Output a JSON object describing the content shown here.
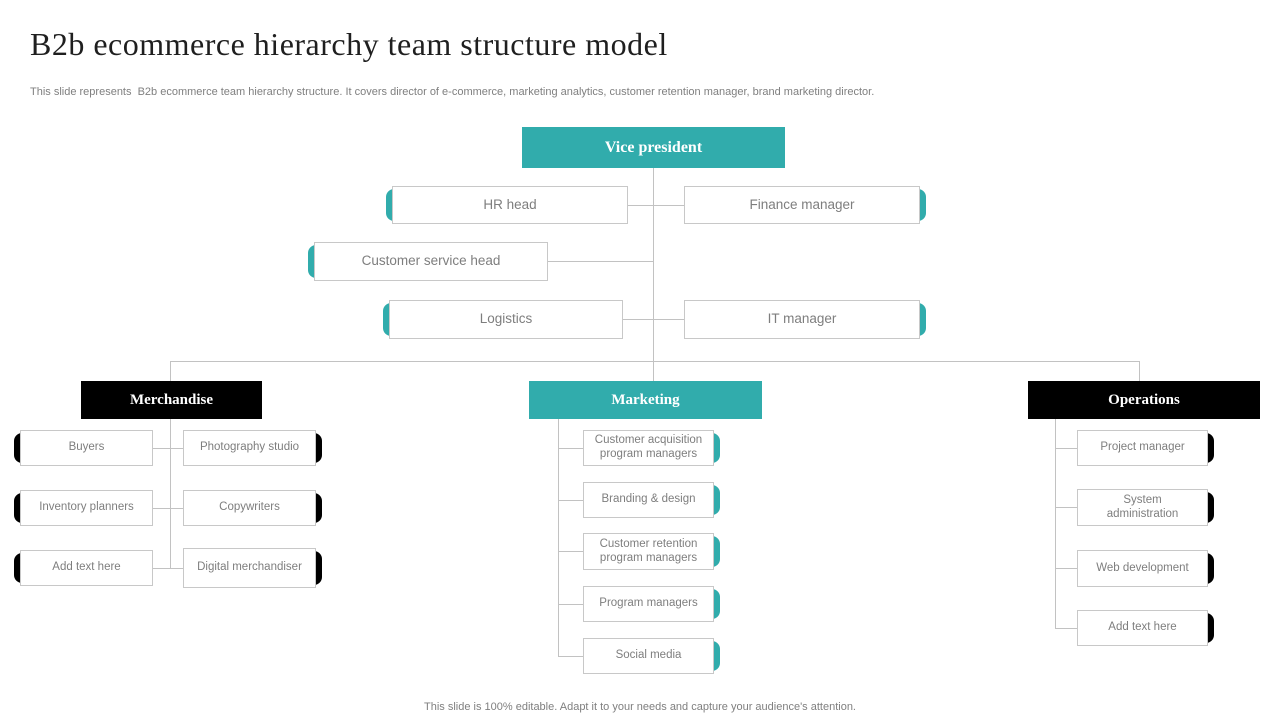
{
  "slide": {
    "title": "B2b ecommerce hierarchy team structure model",
    "subtitle": "This slide represents  B2b ecommerce team hierarchy structure. It covers director of e-commerce, marketing analytics, customer retention manager, brand marketing director.",
    "footer": "This slide is 100% editable. Adapt it to your needs and capture your audience's attention."
  },
  "colors": {
    "teal": "#31acac",
    "black": "#000000",
    "connector": "#c2c2c2",
    "box_border": "#c8c8c8",
    "box_text": "#7e7e7e",
    "title_text": "#1f1f1f",
    "muted_text": "#7f7f7f"
  },
  "org": {
    "root": {
      "label": "Vice president"
    },
    "level2": [
      {
        "label": "HR head"
      },
      {
        "label": "Finance manager"
      },
      {
        "label": "Customer service head"
      },
      {
        "label": "Logistics"
      },
      {
        "label": "IT manager"
      }
    ],
    "departments": [
      {
        "name": "Merchandise",
        "children": [
          "Buyers",
          "Photography studio",
          "Inventory planners",
          "Copywriters",
          "Add text here",
          "Digital merchandiser"
        ]
      },
      {
        "name": "Marketing",
        "children": [
          "Customer acquisition program managers",
          "Branding & design",
          "Customer retention program managers",
          "Program managers",
          "Social media"
        ]
      },
      {
        "name": "Operations",
        "children": [
          "Project manager",
          "System administration",
          "Web development",
          "Add text here"
        ]
      }
    ]
  }
}
